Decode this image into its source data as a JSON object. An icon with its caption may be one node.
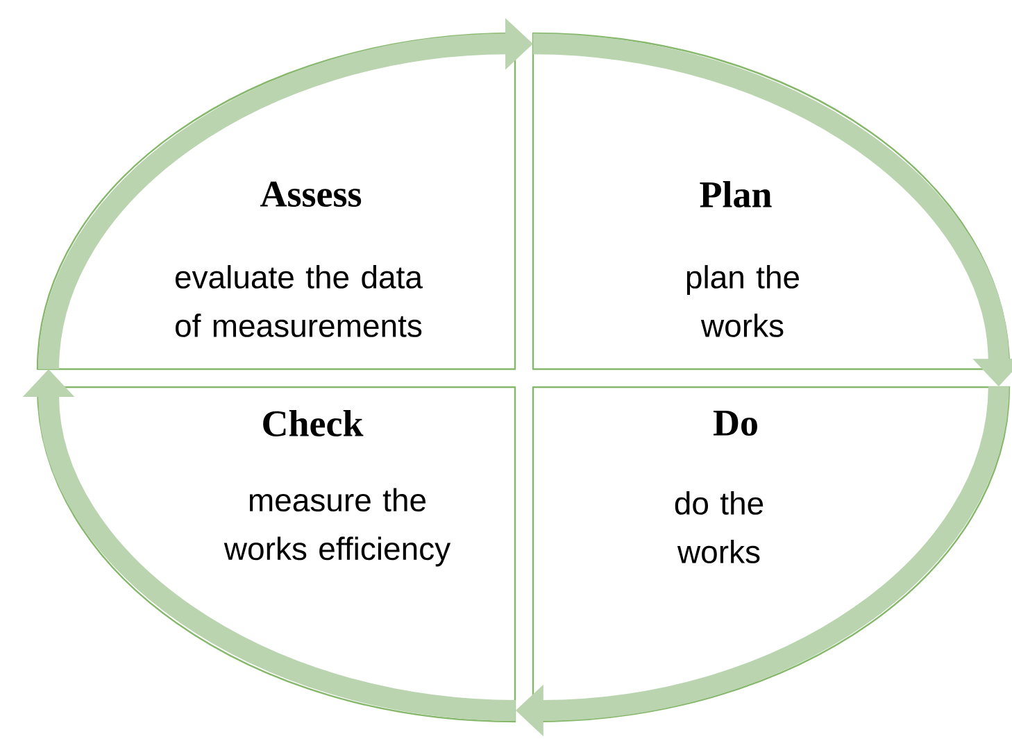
{
  "diagram": {
    "nodes": [
      {
        "text": [
          "Assess",
          "evaluate the data of measurements"
        ]
      },
      {
        "text": [
          "Plan",
          "plan the works"
        ]
      },
      {
        "text": [
          "Check",
          "measure the works efficiency"
        ]
      },
      {
        "text": [
          "Do",
          "do the works"
        ]
      }
    ],
    "edges": [
      {
        "from": 0,
        "to": 1,
        "arrow": "to"
      },
      {
        "from": 1,
        "to": 3,
        "arrow": "to"
      },
      {
        "from": 3,
        "to": 2,
        "arrow": "to"
      },
      {
        "from": 2,
        "to": 0,
        "arrow": "to"
      }
    ]
  }
}
